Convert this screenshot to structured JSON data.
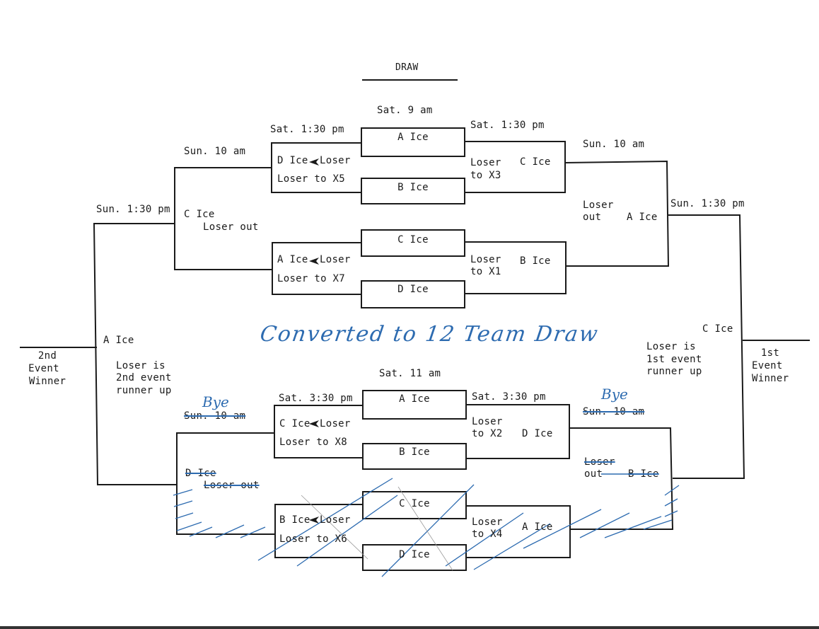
{
  "title": "DRAW",
  "annotation": "Converted to 12 Team Draw",
  "top_half": {
    "first_round_time": "Sat. 9 am",
    "left_second_round_time": "Sat. 1:30 pm",
    "right_second_round_time": "Sat. 1:30 pm",
    "first_round_games": [
      "A Ice",
      "B Ice",
      "C Ice",
      "D Ice"
    ],
    "left_upper_game": {
      "ice": "D Ice",
      "arrow_label": "Loser",
      "note": "Loser to X5"
    },
    "left_lower_game": {
      "ice": "A Ice",
      "arrow_label": "Loser",
      "note": "Loser to X7"
    },
    "right_upper_game": {
      "note_line1": "Loser",
      "note_line2": "to X3",
      "ice": "C Ice"
    },
    "right_lower_game": {
      "note_line1": "Loser",
      "note_line2": "to X1",
      "ice": "B Ice"
    },
    "left_semi": {
      "time": "Sun. 10 am",
      "ice": "C Ice",
      "note": "Loser out"
    },
    "right_semi": {
      "time": "Sun. 10 am",
      "note_line1": "Loser",
      "note_line2": "out",
      "ice": "A Ice"
    },
    "left_final_time": "Sun. 1:30 pm",
    "right_final_time": "Sun. 1:30 pm"
  },
  "bottom_half": {
    "first_round_time": "Sat. 11 am",
    "left_second_round_time": "Sat. 3:30 pm",
    "right_second_round_time": "Sat. 3:30 pm",
    "first_round_games": [
      "A Ice",
      "B Ice",
      "C Ice",
      "D Ice"
    ],
    "left_upper_game": {
      "ice": "C Ice",
      "arrow_label": "Loser",
      "note": "Loser to X8"
    },
    "left_lower_game": {
      "ice": "B Ice",
      "arrow_label": "Loser",
      "note": "Loser to X6"
    },
    "right_upper_game": {
      "note_line1": "Loser",
      "note_line2": "to X2",
      "ice": "D Ice"
    },
    "right_lower_game": {
      "note_line1": "Loser",
      "note_line2": "to X4",
      "ice": "A Ice"
    },
    "left_semi": {
      "bye": "Bye",
      "time_struck": "Sun. 10 am",
      "ice_struck": "D Ice",
      "note_struck": "Loser out"
    },
    "right_semi": {
      "bye": "Bye",
      "time_struck": "Sun. 10 am",
      "note_line1_struck": "Loser",
      "note_line2_struck": "out",
      "ice_struck": "B Ice"
    }
  },
  "left_final": {
    "ice": "A Ice",
    "note_line1": "Loser is",
    "note_line2": "2nd event",
    "note_line3": "runner up",
    "winner_line1": "2nd",
    "winner_line2": "Event",
    "winner_line3": "Winner"
  },
  "right_final": {
    "ice": "C Ice",
    "note_line1": "Loser is",
    "note_line2": "1st event",
    "note_line3": "runner up",
    "winner_line1": "1st",
    "winner_line2": "Event",
    "winner_line3": "Winner"
  },
  "colors": {
    "ink": "#1a1a1a",
    "pen": "#2d6bb0"
  }
}
